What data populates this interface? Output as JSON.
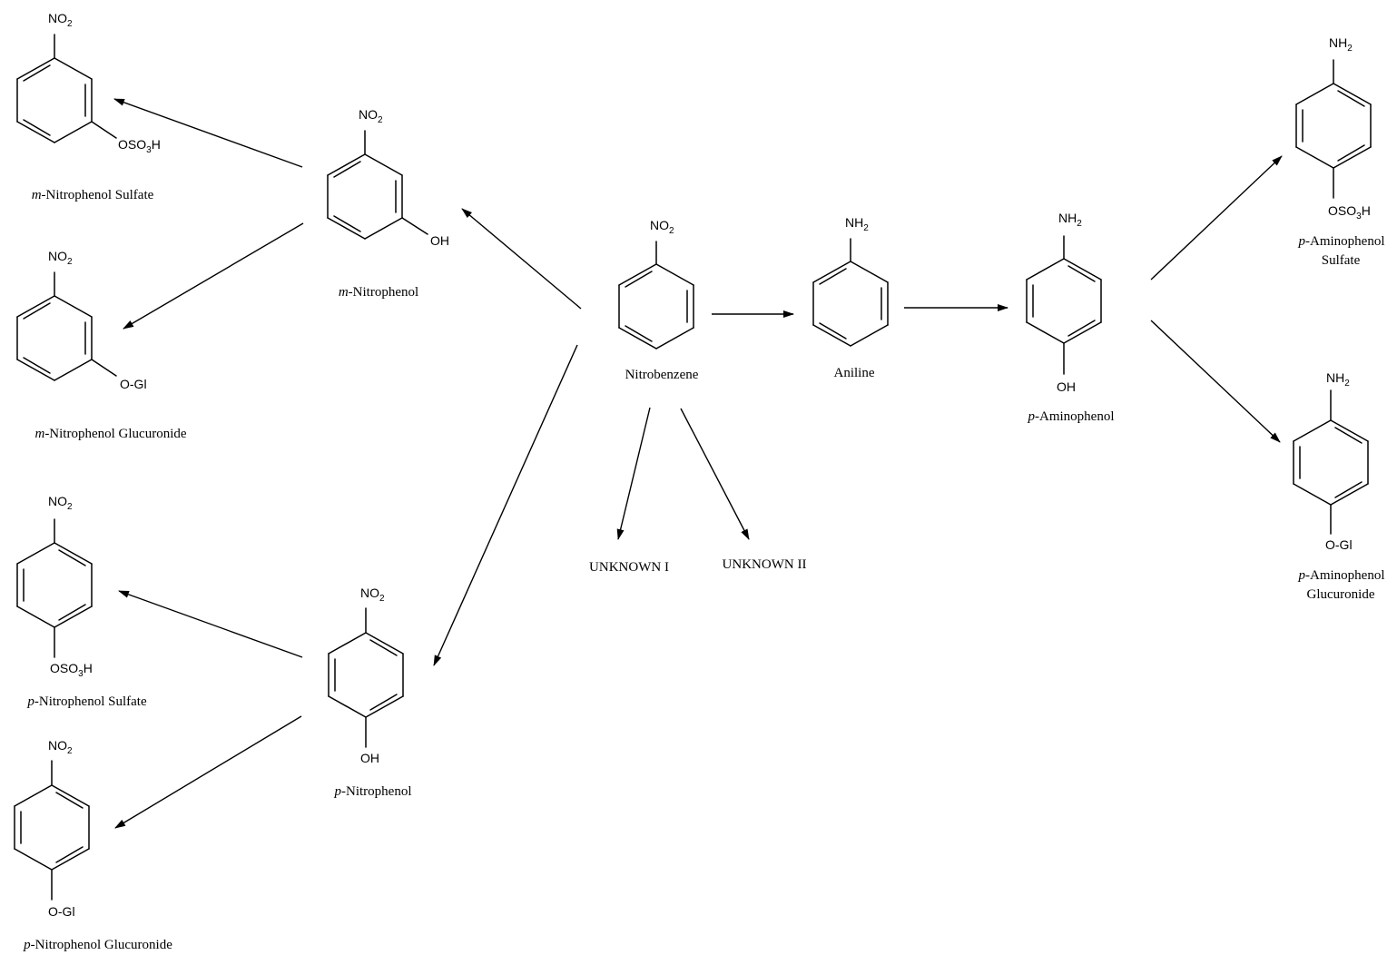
{
  "groups": {
    "nitro": {
      "main": "NO",
      "sub": "2"
    },
    "amino": {
      "main": "NH",
      "sub": "2"
    },
    "hydroxy": "OH",
    "glucuronide": "O-Gl",
    "sulfate": {
      "pre": "OSO",
      "sub": "3",
      "post": "H"
    }
  },
  "labels": {
    "nitrobenzene": "Nitrobenzene",
    "aniline": "Aniline",
    "p_aminophenol": {
      "prefix": "p",
      "rest": "-Aminophenol"
    },
    "p_aminophenol_sulfate": {
      "prefix": "p",
      "rest": "-Aminophenol",
      "line2": "Sulfate"
    },
    "p_aminophenol_glucuronide": {
      "prefix": "p",
      "rest": "-Aminophenol",
      "line2": "Glucuronide"
    },
    "m_nitrophenol": {
      "prefix": "m",
      "rest": "-Nitrophenol"
    },
    "m_nitrophenol_sulfate": {
      "prefix": "m",
      "rest": "-Nitrophenol Sulfate"
    },
    "m_nitrophenol_glucuronide": {
      "prefix": "m",
      "rest": "-Nitrophenol Glucuronide"
    },
    "p_nitrophenol": {
      "prefix": "p",
      "rest": "-Nitrophenol"
    },
    "p_nitrophenol_sulfate": {
      "prefix": "p",
      "rest": "-Nitrophenol Sulfate"
    },
    "p_nitrophenol_glucuronide": {
      "prefix": "p",
      "rest": "-Nitrophenol Glucuronide"
    },
    "unknown_1": "UNKNOWN I",
    "unknown_2": "UNKNOWN II"
  }
}
